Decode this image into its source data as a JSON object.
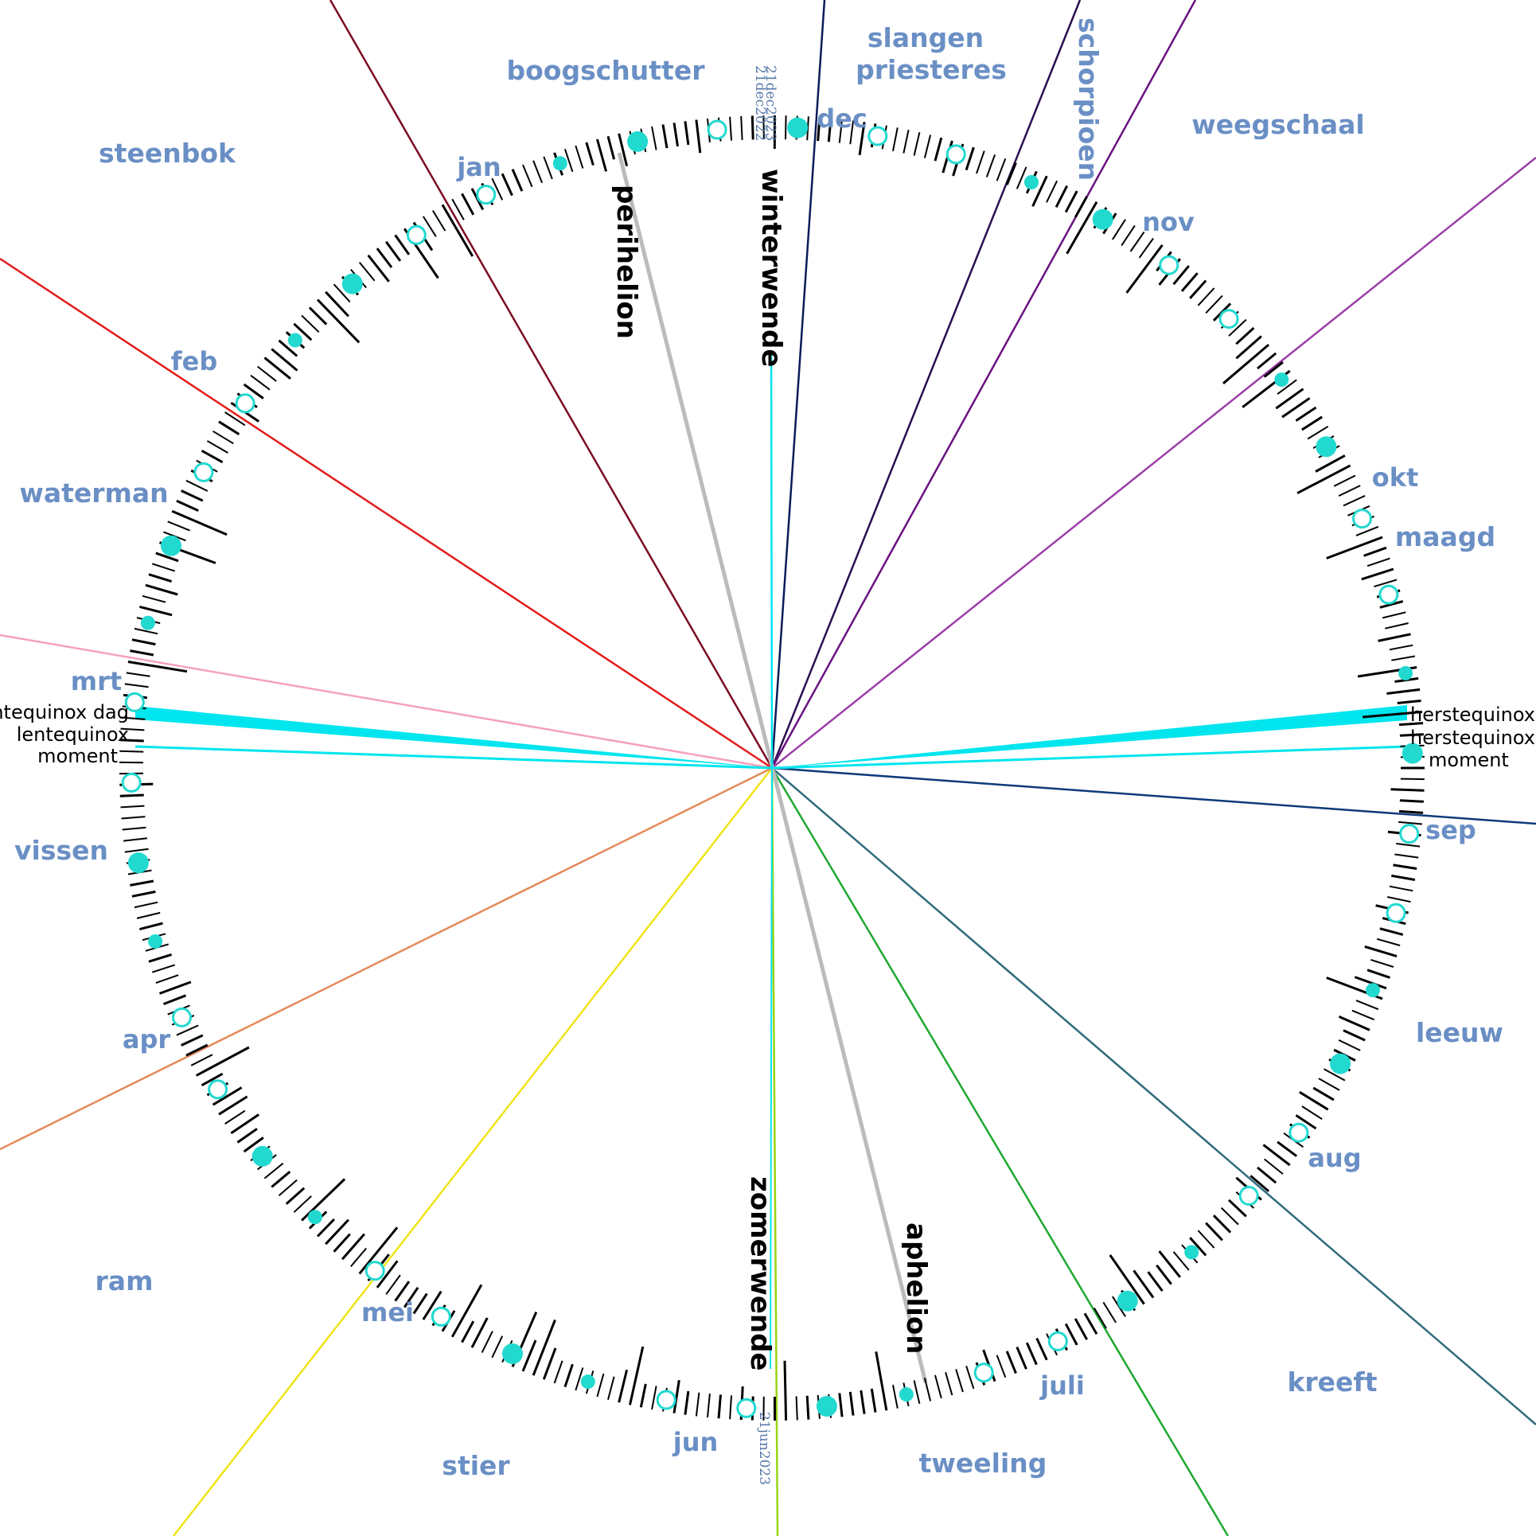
{
  "zodiac": [
    {
      "key": "boogschutter",
      "lines": [
        "boogschutter"
      ]
    },
    {
      "key": "slangenpriesteres",
      "lines": [
        "slangen",
        "priesteres"
      ]
    },
    {
      "key": "schorpioen",
      "lines": [
        "schorpioen"
      ]
    },
    {
      "key": "weegschaal",
      "lines": [
        "weegschaal"
      ]
    },
    {
      "key": "maagd",
      "lines": [
        "maagd"
      ]
    },
    {
      "key": "leeuw",
      "lines": [
        "leeuw"
      ]
    },
    {
      "key": "kreeft",
      "lines": [
        "kreeft"
      ]
    },
    {
      "key": "tweeling",
      "lines": [
        "tweeling"
      ]
    },
    {
      "key": "stier",
      "lines": [
        "stier"
      ]
    },
    {
      "key": "ram",
      "lines": [
        "ram"
      ]
    },
    {
      "key": "vissen",
      "lines": [
        "vissen"
      ]
    },
    {
      "key": "waterman",
      "lines": [
        "waterman"
      ]
    },
    {
      "key": "steenbok",
      "lines": [
        "steenbok"
      ]
    }
  ],
  "months": [
    "jan",
    "feb",
    "mrt",
    "apr",
    "mei",
    "jun",
    "juli",
    "aug",
    "sep",
    "okt",
    "nov",
    "dec"
  ],
  "events": {
    "winter": "winterwende",
    "summer": "zomerwende",
    "perihelion": "perihelion",
    "aphelion": "aphelion"
  },
  "equinox": {
    "spring_day": "lentequinox  dag",
    "spring_moment_1": "lentequinox",
    "spring_moment_2": "moment",
    "autumn_day": "herstequinox  dag",
    "autumn_moment_1": "herstequinox",
    "autumn_moment_2": "moment"
  },
  "dates": {
    "dec_a": "21dec2023",
    "dec_b": "21dec2022",
    "jun": "21jun2023"
  },
  "colors": {
    "label": "#6a8fc5",
    "moon": "#22d9d0",
    "equinox": "#00e5ee",
    "apsides": "#bbbbbb",
    "ticks": "#000000"
  }
}
